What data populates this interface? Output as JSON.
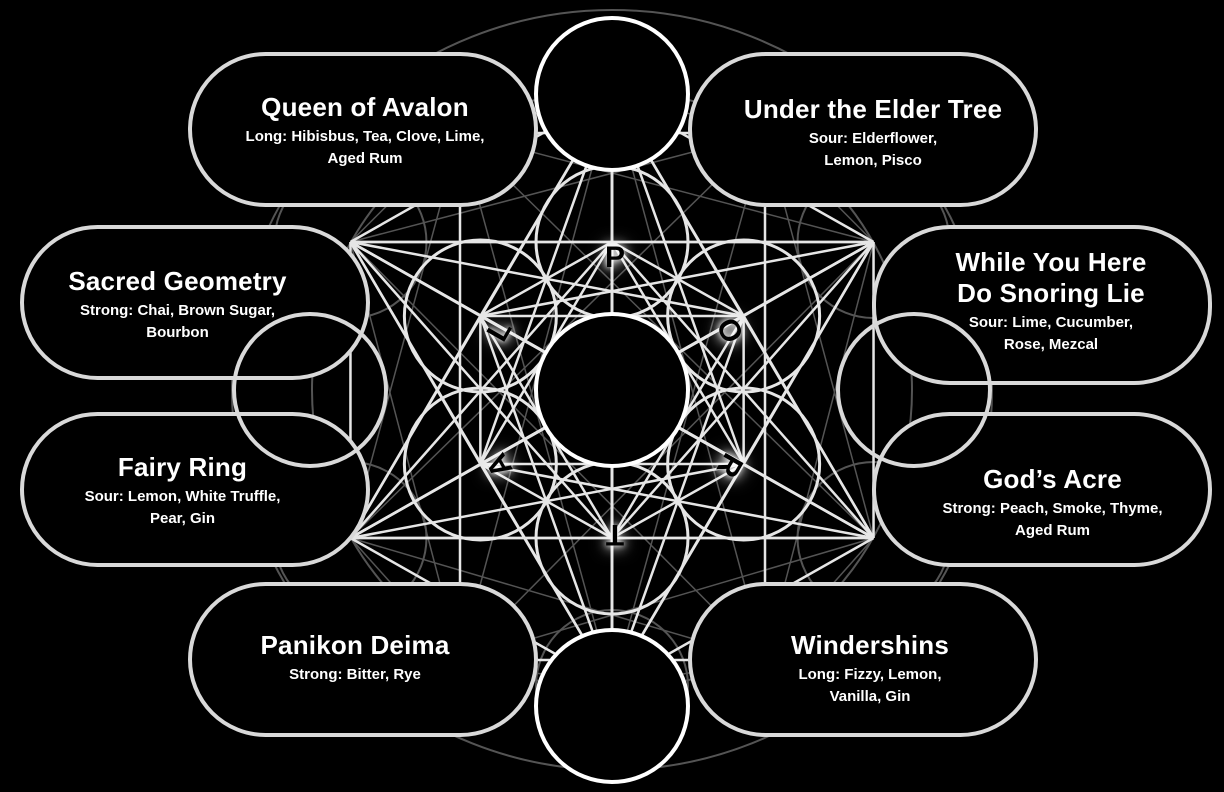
{
  "cocktails": [
    {
      "title": "Queen of Avalon",
      "desc": "Long: Hibisbus, Tea, Clove, Lime, Aged Rum"
    },
    {
      "title": "Under the Elder Tree",
      "desc": "Sour: Elderflower, Lemon, Pisco"
    },
    {
      "title": "Sacred Geometry",
      "desc": "Strong: Chai, Brown Sugar, Bourbon"
    },
    {
      "title": "While You Here Do Snoring Lie",
      "desc": "Sour: Lime, Cucumber, Rose, Mezcal"
    },
    {
      "title": "Fairy Ring",
      "desc": "Sour: Lemon, White Truffle, Pear, Gin"
    },
    {
      "title": "God’s Acre",
      "desc": "Strong: Peach, Smoke, Thyme, Aged Rum"
    },
    {
      "title": "Panikon Deima",
      "desc": "Strong: Bitter, Rye"
    },
    {
      "title": "Windershins",
      "desc": "Long: Fizzy, Lemon, Vanilla, Gin"
    }
  ],
  "letters": [
    "P",
    "O",
    "R",
    "T",
    "A",
    "L"
  ],
  "colors": {
    "background": "#000000",
    "line": "#d9d9d9",
    "text": "#ffffff"
  }
}
